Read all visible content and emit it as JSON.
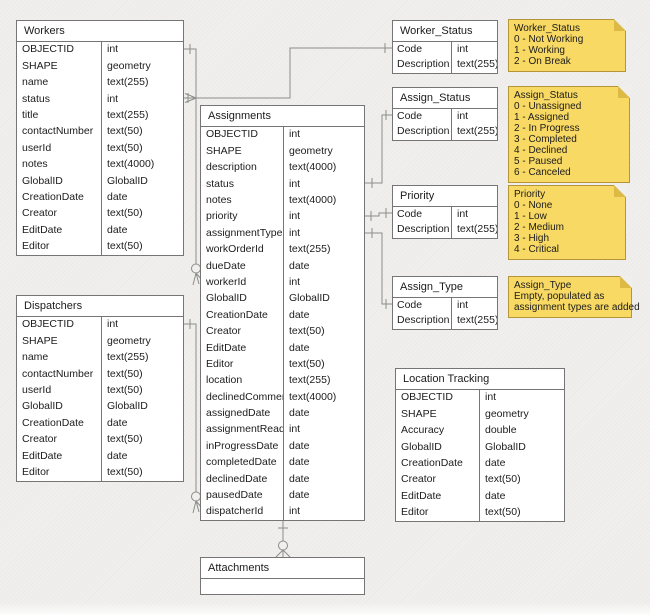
{
  "diagram": {
    "tables": {
      "workers": {
        "title": "Workers",
        "fields": [
          {
            "name": "OBJECTID",
            "type": "int"
          },
          {
            "name": "SHAPE",
            "type": "geometry"
          },
          {
            "name": "name",
            "type": "text(255)"
          },
          {
            "name": "status",
            "type": "int"
          },
          {
            "name": "title",
            "type": "text(255)"
          },
          {
            "name": "contactNumber",
            "type": "text(50)"
          },
          {
            "name": "userId",
            "type": "text(50)"
          },
          {
            "name": "notes",
            "type": "text(4000)"
          },
          {
            "name": "GlobalID",
            "type": "GlobalID"
          },
          {
            "name": "CreationDate",
            "type": "date"
          },
          {
            "name": "Creator",
            "type": "text(50)"
          },
          {
            "name": "EditDate",
            "type": "date"
          },
          {
            "name": "Editor",
            "type": "text(50)"
          }
        ]
      },
      "dispatchers": {
        "title": "Dispatchers",
        "fields": [
          {
            "name": "OBJECTID",
            "type": "int"
          },
          {
            "name": "SHAPE",
            "type": "geometry"
          },
          {
            "name": "name",
            "type": "text(255)"
          },
          {
            "name": "contactNumber",
            "type": "text(50)"
          },
          {
            "name": "userId",
            "type": "text(50)"
          },
          {
            "name": "GlobalID",
            "type": "GlobalID"
          },
          {
            "name": "CreationDate",
            "type": "date"
          },
          {
            "name": "Creator",
            "type": "text(50)"
          },
          {
            "name": "EditDate",
            "type": "date"
          },
          {
            "name": "Editor",
            "type": "text(50)"
          }
        ]
      },
      "assignments": {
        "title": "Assignments",
        "fields": [
          {
            "name": "OBJECTID",
            "type": "int"
          },
          {
            "name": "SHAPE",
            "type": "geometry"
          },
          {
            "name": "description",
            "type": "text(4000)"
          },
          {
            "name": "status",
            "type": "int"
          },
          {
            "name": "notes",
            "type": "text(4000)"
          },
          {
            "name": "priority",
            "type": "int"
          },
          {
            "name": "assignmentType",
            "type": "int"
          },
          {
            "name": "workOrderId",
            "type": "text(255)"
          },
          {
            "name": "dueDate",
            "type": "date"
          },
          {
            "name": "workerId",
            "type": "int"
          },
          {
            "name": "GlobalID",
            "type": "GlobalID"
          },
          {
            "name": "CreationDate",
            "type": "date"
          },
          {
            "name": "Creator",
            "type": "text(50)"
          },
          {
            "name": "EditDate",
            "type": "date"
          },
          {
            "name": "Editor",
            "type": "text(50)"
          },
          {
            "name": "location",
            "type": "text(255)"
          },
          {
            "name": "declinedComment",
            "type": "text(4000)"
          },
          {
            "name": "assignedDate",
            "type": "date"
          },
          {
            "name": "assignmentRead",
            "type": "int"
          },
          {
            "name": "inProgressDate",
            "type": "date"
          },
          {
            "name": "completedDate",
            "type": "date"
          },
          {
            "name": "declinedDate",
            "type": "date"
          },
          {
            "name": "pausedDate",
            "type": "date"
          },
          {
            "name": "dispatcherId",
            "type": "int"
          }
        ]
      },
      "worker_status": {
        "title": "Worker_Status",
        "fields": [
          {
            "name": "Code",
            "type": "int"
          },
          {
            "name": "Description",
            "type": "text(255)"
          }
        ]
      },
      "assign_status": {
        "title": "Assign_Status",
        "fields": [
          {
            "name": "Code",
            "type": "int"
          },
          {
            "name": "Description",
            "type": "text(255)"
          }
        ]
      },
      "priority": {
        "title": "Priority",
        "fields": [
          {
            "name": "Code",
            "type": "int"
          },
          {
            "name": "Description",
            "type": "text(255)"
          }
        ]
      },
      "assign_type": {
        "title": "Assign_Type",
        "fields": [
          {
            "name": "Code",
            "type": "int"
          },
          {
            "name": "Description",
            "type": "text(255)"
          }
        ]
      },
      "location_tracking": {
        "title": "Location Tracking",
        "fields": [
          {
            "name": "OBJECTID",
            "type": "int"
          },
          {
            "name": "SHAPE",
            "type": "geometry"
          },
          {
            "name": "Accuracy",
            "type": "double"
          },
          {
            "name": "GlobalID",
            "type": "GlobalID"
          },
          {
            "name": "CreationDate",
            "type": "date"
          },
          {
            "name": "Creator",
            "type": "text(50)"
          },
          {
            "name": "EditDate",
            "type": "date"
          },
          {
            "name": "Editor",
            "type": "text(50)"
          }
        ]
      },
      "attachments": {
        "title": "Attachments",
        "fields": []
      }
    },
    "notes": {
      "worker_status": {
        "lines": [
          "Worker_Status",
          "0 - Not Working",
          "1 - Working",
          "2 - On Break"
        ]
      },
      "assign_status": {
        "lines": [
          "Assign_Status",
          "0 - Unassigned",
          "1 - Assigned",
          "2 - In Progress",
          "3 - Completed",
          "4 - Declined",
          "5 - Paused",
          "6 - Canceled"
        ]
      },
      "priority": {
        "lines": [
          "Priority",
          "0 - None",
          "1 - Low",
          "2 - Medium",
          "3 - High",
          "4 - Critical"
        ]
      },
      "assign_type": {
        "lines": [
          "Assign_Type",
          "Empty, populated as",
          "assignment types are added"
        ]
      }
    },
    "colors": {
      "background": "#F0EFED",
      "table_fill": "#FFFFFF",
      "table_border": "#757575",
      "connector": "#8C8C8C",
      "note_fill": "#F8D964",
      "note_border": "#B49539",
      "note_fold": "#DDBA45",
      "text": "#1C1C1C"
    }
  }
}
